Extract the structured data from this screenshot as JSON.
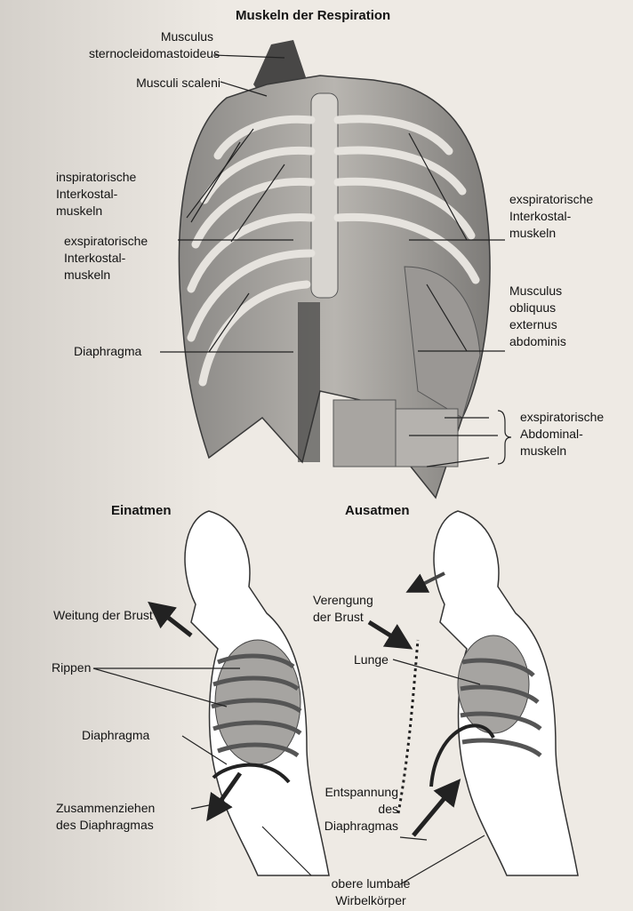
{
  "figure": {
    "title": "Muskeln der Respiration",
    "top_labels": {
      "sternocleidomastoideus": "Musculus\nsternocleidomastoideus",
      "scaleni": "Musculi scaleni",
      "insp_intercostal": "inspiratorische\nInterkostal-\nmuskeln",
      "exp_intercostal_left": "exspiratorische\nInterkostal-\nmuskeln",
      "diaphragma": "Diaphragma",
      "exp_intercostal_right": "exspiratorische\nInterkostal-\nmuskeln",
      "obliquus": "Musculus\nobliquus\nexternus\nabdominis",
      "abdominal": "exspiratorische\nAbdominal-\nmuskeln"
    },
    "inhale": {
      "title": "Einatmen",
      "chest": "Weitung der Brust",
      "ribs": "Rippen",
      "diaphragm": "Diaphragma",
      "contraction": "Zusammenziehen\ndes Diaphragmas"
    },
    "exhale": {
      "title": "Ausatmen",
      "chest": "Verengung\nder Brust",
      "lung": "Lunge",
      "relax": "Entspannung\ndes\nDiaphragmas",
      "vertebrae": "obere lumbale\nWirbelkörper"
    }
  }
}
